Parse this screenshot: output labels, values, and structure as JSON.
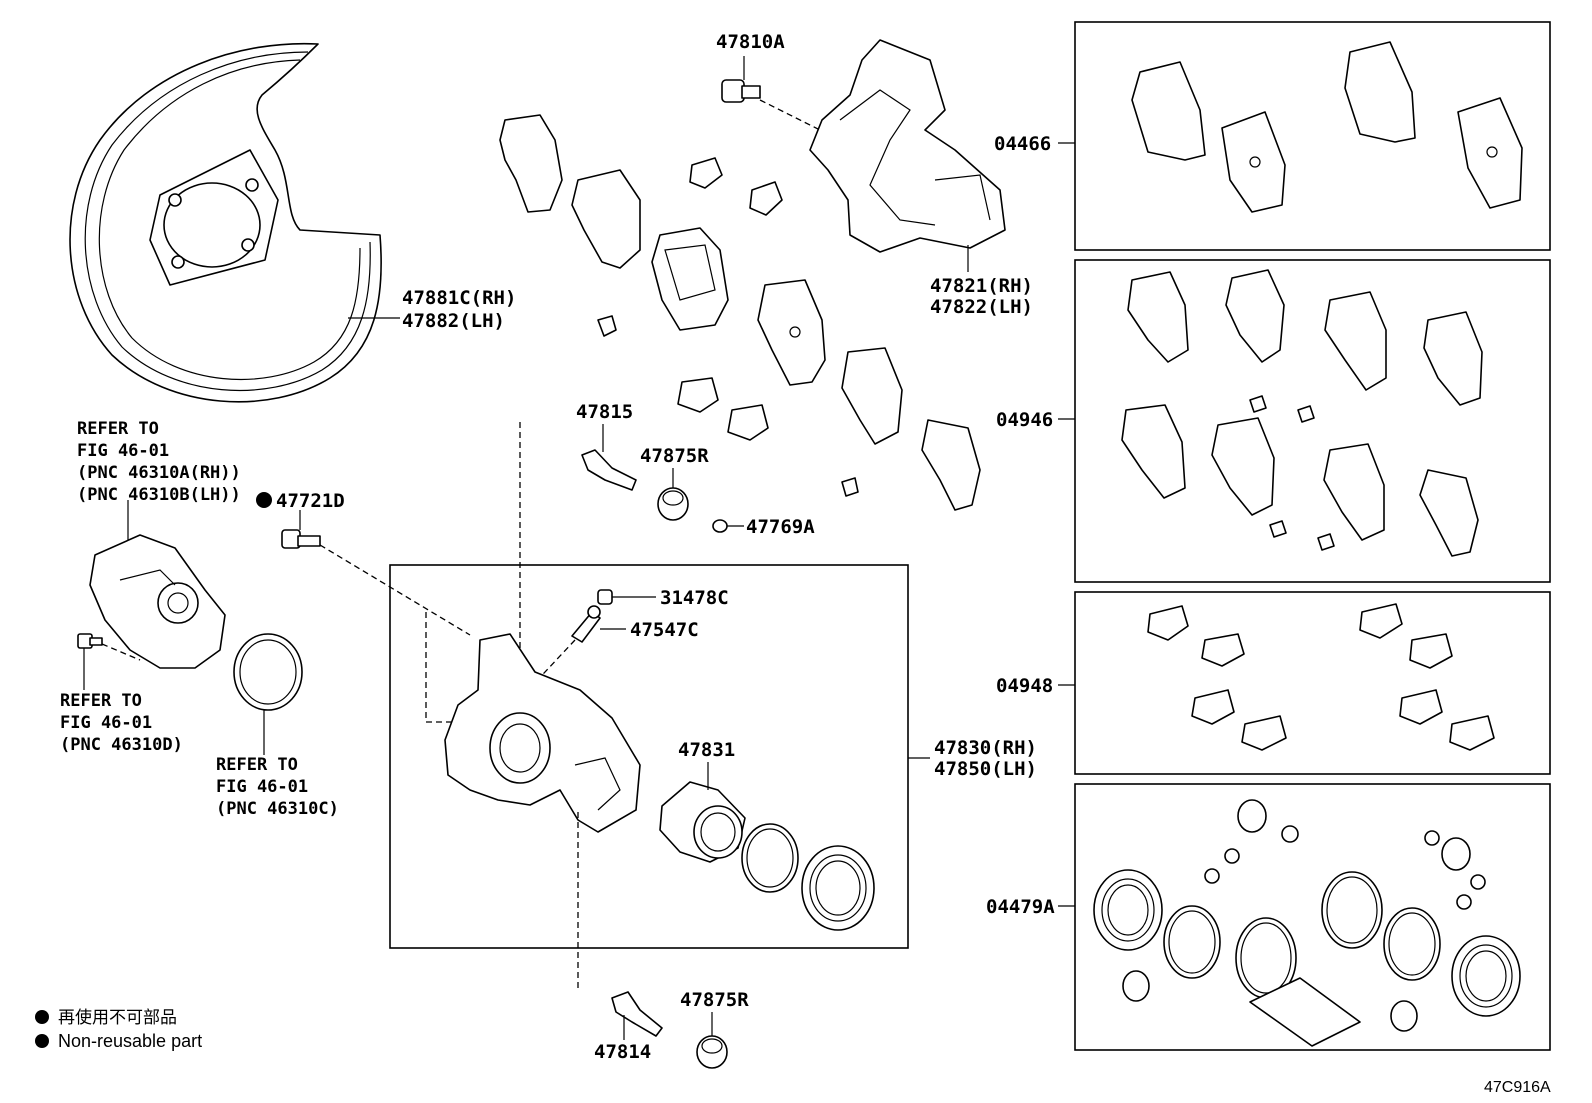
{
  "labels": {
    "p47810A": "47810A",
    "p47821RH": "47821(RH)",
    "p47822LH": "47822(LH)",
    "p47881C": "47881C(RH)",
    "p47882": "47882(LH)",
    "p47815": "47815",
    "p47875R_top": "47875R",
    "p47769A": "47769A",
    "p47721D": "47721D",
    "p31478C": "31478C",
    "p47547C": "47547C",
    "p47831": "47831",
    "p47830RH": "47830(RH)",
    "p47850LH": "47850(LH)",
    "p47814": "47814",
    "p47875R_bottom": "47875R",
    "p04466": "04466",
    "p04946": "04946",
    "p04948": "04948",
    "p04479A": "04479A"
  },
  "refs": {
    "ref1": [
      "REFER TO",
      "FIG 46-01",
      "(PNC 46310A(RH))",
      "(PNC 46310B(LH))"
    ],
    "ref2": [
      "REFER TO",
      "FIG 46-01",
      "(PNC 46310D)"
    ],
    "ref3": [
      "REFER TO",
      "FIG 46-01",
      "(PNC 46310C)"
    ]
  },
  "legend": {
    "jp": "再使用不可部品",
    "en": "Non-reusable part"
  },
  "figure_code": "47C916A"
}
